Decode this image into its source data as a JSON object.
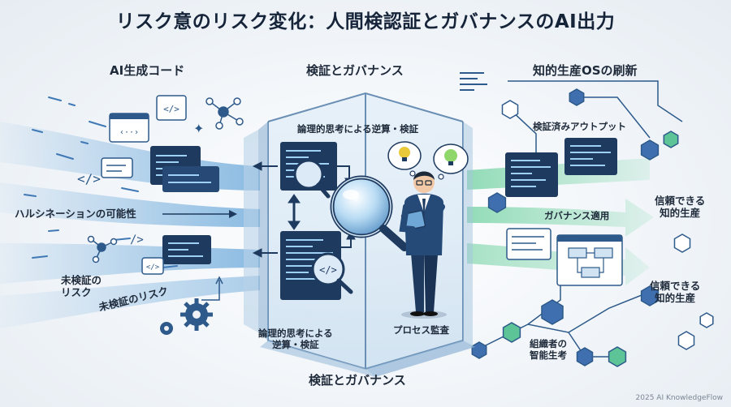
{
  "title": "リスク意のリスク変化：人間検認証とガバナンスのAI出力",
  "left": {
    "header": "AI生成コード",
    "hallucination": "ハルシネーションの可能性",
    "unverified_risk_1": "未検証の\nリスク",
    "unverified_risk_2": "未検証のリスク"
  },
  "center": {
    "header_top": "検証とガバナンス",
    "logic_top": "論理的思考による逆算・検証",
    "logic_bottom": "論理的思考による\n逆算・検証",
    "process_audit": "プロセス監査",
    "header_bottom": "検証とガバナンス"
  },
  "right": {
    "header": "知的生産OSの刷新",
    "verified_output": "検証済みアウトプット",
    "governance_applied": "ガバナンス適用",
    "trusted_1": "信頼できる\n知的生産",
    "trusted_2": "信頼できる\n知的生産",
    "org_thinking": "組織者の\n智能生考"
  },
  "credit": "2025 AI KnowledgeFlow",
  "colors": {
    "blue_stream": "#5b9fd6",
    "green_stream": "#6fd1a0",
    "navy": "#1e3a5f",
    "glass": "#cfe3f2",
    "hex_blue": "#3f6fae",
    "hex_green": "#5cc497"
  }
}
